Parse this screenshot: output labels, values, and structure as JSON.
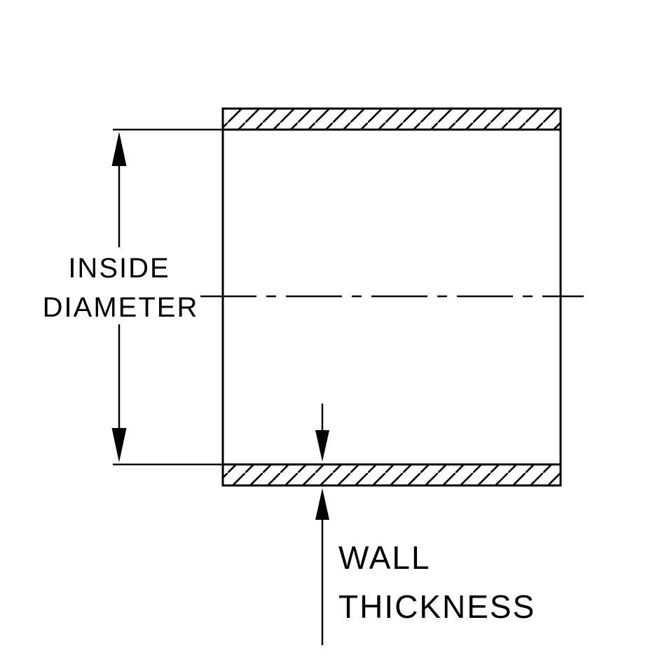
{
  "diagram": {
    "labels": {
      "inside_diameter_line1": "INSIDE",
      "inside_diameter_line2": "DIAMETER",
      "wall_thickness_line1": "WALL",
      "wall_thickness_line2": "THICKNESS"
    },
    "colors": {
      "line": "#000000",
      "background": "#ffffff"
    }
  }
}
